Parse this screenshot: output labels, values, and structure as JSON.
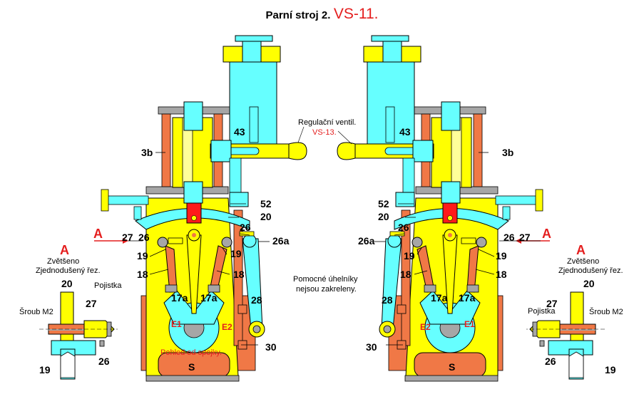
{
  "title": {
    "main": "Parní stroj 2.",
    "code": "VS-11."
  },
  "labels": {
    "l3b": "3b",
    "l43": "43",
    "l52": "52",
    "l20": "20",
    "l26": "26",
    "l26a": "26a",
    "l27": "27",
    "l19": "19",
    "l18": "18",
    "l17a": "17a",
    "l28": "28",
    "l30": "30",
    "lS": "S",
    "lE1": "E1",
    "lE2": "E2",
    "lA": "A"
  },
  "notes": {
    "regul": "Regulační ventil.",
    "regul_code": "VS-13.",
    "pohled": "Pohled od spojky.",
    "pomocne1": "Pomocné úhelníky",
    "pomocne2": "nejsou zakreleny.",
    "zvetseno": "Zvětšeno",
    "zjednoduseny": "Zjednodušený řez.",
    "pojistka": "Pojistka",
    "sroub": "Šroub M2"
  },
  "colors": {
    "yellow": "#ffff00",
    "cyan": "#66ffff",
    "orange": "#f07846",
    "red": "#ff1a1a",
    "grey": "#a6a6a6",
    "light_yellow": "#ffff99",
    "outline": "#000000",
    "accent": "#e41e1e"
  }
}
